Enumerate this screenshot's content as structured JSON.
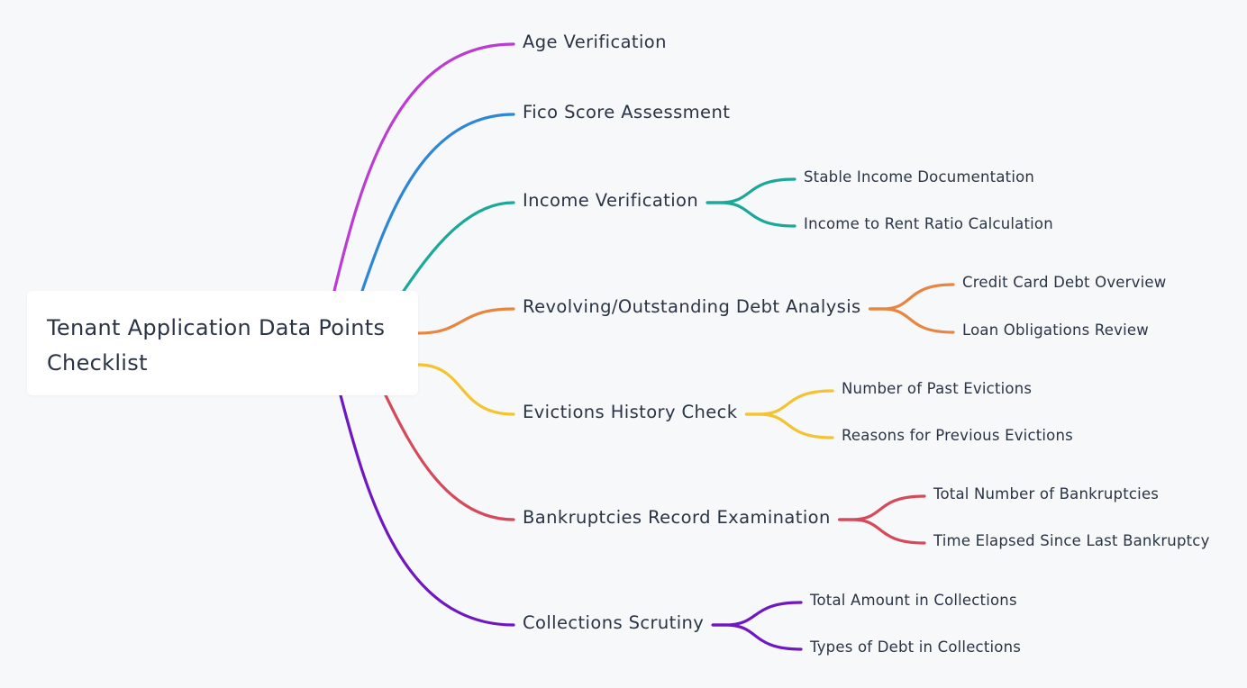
{
  "root": {
    "label": "Tenant Application Data Points Checklist"
  },
  "branches": [
    {
      "label": "Age Verification",
      "color": "#bb3cd1",
      "children": []
    },
    {
      "label": "Fico Score Assessment",
      "color": "#2e86d6",
      "children": []
    },
    {
      "label": "Income Verification",
      "color": "#1aa899",
      "children": [
        {
          "label": "Stable Income Documentation"
        },
        {
          "label": "Income to Rent Ratio Calculation"
        }
      ]
    },
    {
      "label": "Revolving/Outstanding Debt Analysis",
      "color": "#e8853f",
      "children": [
        {
          "label": "Credit Card Debt Overview"
        },
        {
          "label": "Loan Obligations Review"
        }
      ]
    },
    {
      "label": "Evictions History Check",
      "color": "#f5c230",
      "children": [
        {
          "label": "Number of Past Evictions"
        },
        {
          "label": "Reasons for Previous Evictions"
        }
      ]
    },
    {
      "label": "Bankruptcies Record Examination",
      "color": "#d44a5a",
      "children": [
        {
          "label": "Total Number of Bankruptcies"
        },
        {
          "label": "Time Elapsed Since Last Bankruptcy"
        }
      ]
    },
    {
      "label": "Collections Scrutiny",
      "color": "#6f17c0",
      "children": [
        {
          "label": "Total Amount in Collections"
        },
        {
          "label": "Types of Debt in Collections"
        }
      ]
    }
  ]
}
